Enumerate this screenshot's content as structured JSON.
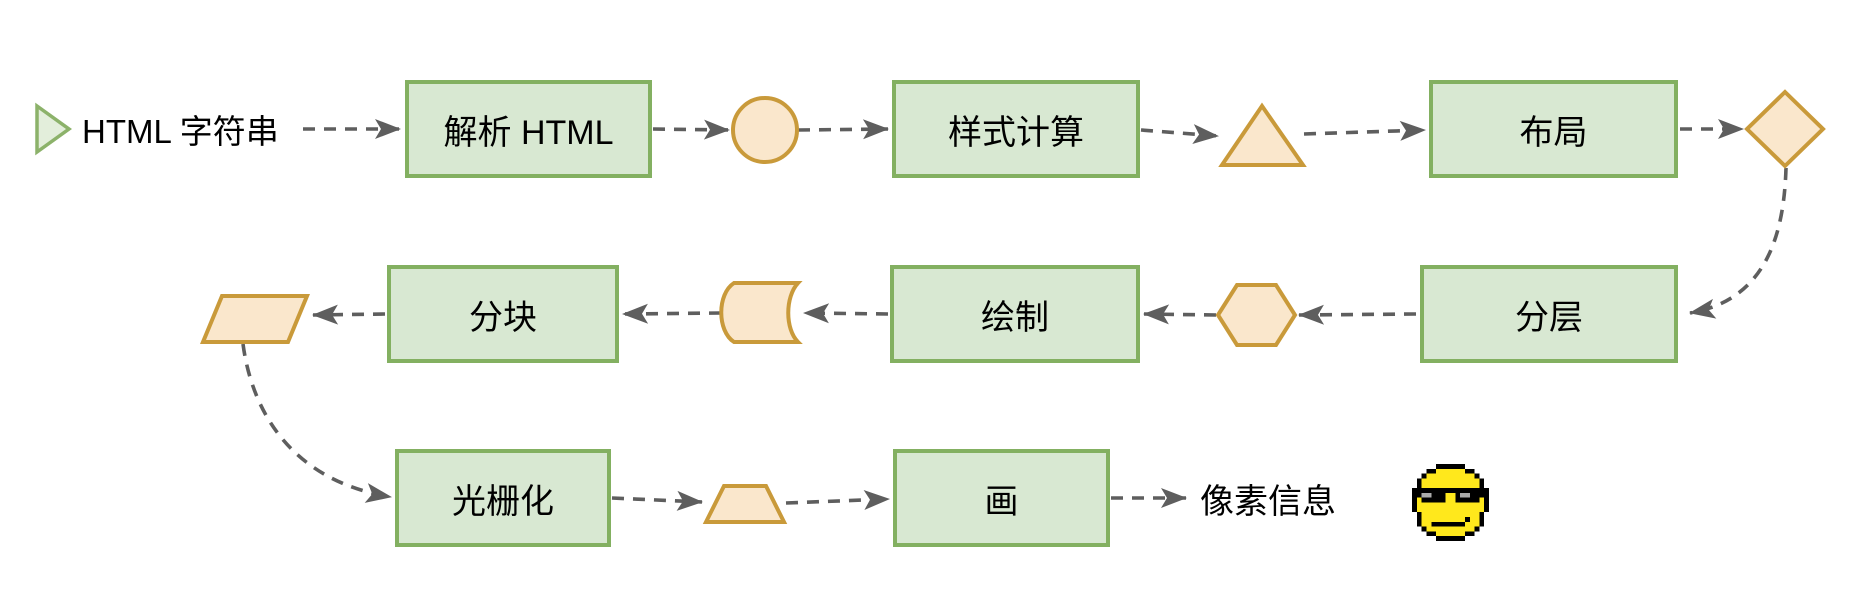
{
  "flow": {
    "start": {
      "label": "HTML 字符串"
    },
    "end": {
      "label": "像素信息"
    },
    "nodes": [
      {
        "id": "parse-html",
        "label": "解析 HTML"
      },
      {
        "id": "style-calc",
        "label": "样式计算"
      },
      {
        "id": "layout",
        "label": "布局"
      },
      {
        "id": "layering",
        "label": "分层"
      },
      {
        "id": "paint",
        "label": "绘制"
      },
      {
        "id": "tiling",
        "label": "分块"
      },
      {
        "id": "rasterize",
        "label": "光栅化"
      },
      {
        "id": "draw",
        "label": "画"
      }
    ],
    "icons": [
      "play-triangle-icon",
      "circle-icon",
      "triangle-icon",
      "diamond-icon",
      "hexagon-icon",
      "stored-data-icon",
      "parallelogram-icon",
      "trapezoid-icon",
      "cool-sunglasses-emoji-icon"
    ]
  },
  "colors": {
    "node_fill": "#d8e8d2",
    "node_border": "#83b061",
    "shape_fill": "#fae7cc",
    "shape_border": "#c99a3a",
    "connector": "#5e5e5e",
    "text": "#000000",
    "emoji_yellow": "#ffe81c"
  }
}
